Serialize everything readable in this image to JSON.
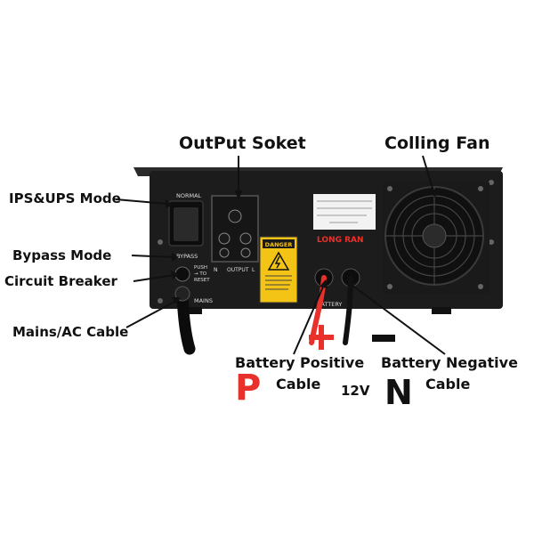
{
  "callouts": {
    "output_socket": "OutPut Soket",
    "cooling_fan": "Colling Fan",
    "ips_ups_mode": "IPS&UPS Mode",
    "bypass_mode": "Bypass Mode",
    "circuit_breaker": "Circuit Breaker",
    "mains_cable": "Mains/AC Cable",
    "battery_positive": "Battery Positive",
    "battery_positive_cable": "Cable",
    "battery_negative": "Battery Negative",
    "battery_negative_cable": "Cable",
    "voltage": "12V",
    "plus_sign": "+",
    "minus_sign": "−",
    "p_letter": "P",
    "n_letter": "N"
  },
  "panel_labels": {
    "normal": "NORMAL",
    "bypass": "BYPASS",
    "push_to_reset": "PUSH",
    "push_to_reset_2": "→ TO",
    "push_to_reset_3": "RESET",
    "mains": "MAINS",
    "output": "OUTPUT",
    "n": "N",
    "l": "L",
    "danger": "DANGER",
    "brand": "LONG RAN",
    "battery": "BATTERY"
  },
  "colors": {
    "positive": "#e8312a",
    "negative": "#111111",
    "cabinet": "#1b1b1b",
    "danger_yellow": "#f3c316"
  }
}
